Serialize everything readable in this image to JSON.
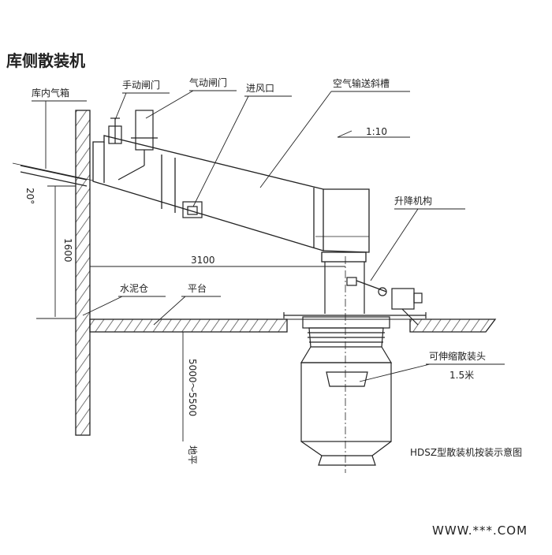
{
  "title": "库侧散装机",
  "labels": {
    "air_box": "库内气箱",
    "manual_gate": "手动闸门",
    "pneumatic_gate": "气动闸门",
    "air_inlet": "进风口",
    "air_chute": "空气输送斜槽",
    "lifting_mechanism": "升降机构",
    "cement_silo": "水泥仓",
    "platform": "平台",
    "telescopic_head": "可伸缩散装头",
    "ground": "地平"
  },
  "dimensions": {
    "angle": "20°",
    "slope": "1:10",
    "height_1600": "1600",
    "span_3100": "3100",
    "depth_range": "5000～5500",
    "head_length": "1.5米"
  },
  "caption": "HDSZ型散装机按装示意图",
  "watermark": "WWW.***.COM",
  "colors": {
    "line": "#222222",
    "hatch": "#555555"
  }
}
